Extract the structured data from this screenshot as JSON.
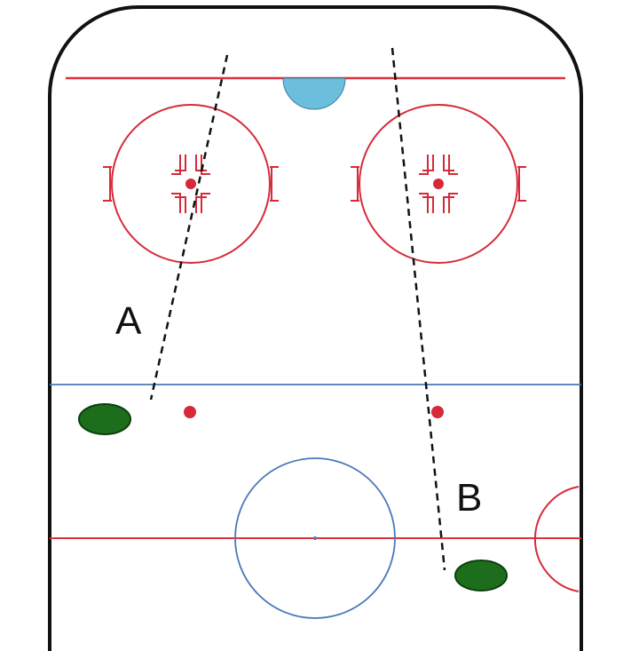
{
  "labels": {
    "a": "A",
    "b": "B"
  },
  "colors": {
    "boards": "#111111",
    "red_line": "#e0303d",
    "blue_line": "#4a78b8",
    "crease": "#6bbfdc",
    "faceoff": "#d62a3a",
    "player": "#1c6e1c",
    "player_outline": "#0e3e0e",
    "trajectory": "#111111"
  },
  "elements": {
    "goal_crease": "goal-crease",
    "faceoff_circles": [
      "left-faceoff-circle",
      "right-faceoff-circle"
    ],
    "neutral_dots": [
      "left-neutral-dot",
      "right-neutral-dot"
    ],
    "center_circle": "center-circle",
    "players": [
      "player-a-marker",
      "player-b-marker"
    ],
    "trajectories": [
      "trajectory-a",
      "trajectory-b"
    ]
  }
}
